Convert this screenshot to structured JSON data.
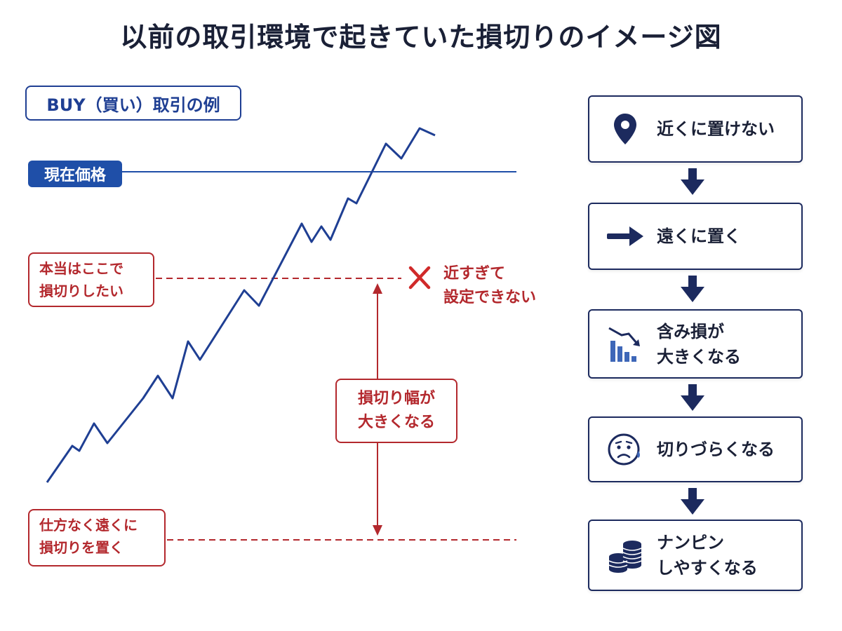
{
  "title": "以前の取引環境で起きていた損切りのイメージ図",
  "chart": {
    "example_label": "BUY（買い）取引の例",
    "current_price_label": "現在価格",
    "ideal_stop_label": [
      "本当はここで",
      "損切りしたい"
    ],
    "cannot_set_note": [
      "近すぎて",
      "設定できない"
    ],
    "stop_width_label": [
      "損切り幅が",
      "大きくなる"
    ],
    "forced_stop_label": [
      "仕方なく遠くに",
      "損切りを置く"
    ]
  },
  "flow": [
    {
      "icon": "location-pin-icon",
      "lines": [
        "近くに置けない"
      ]
    },
    {
      "icon": "arrow-right-icon",
      "lines": [
        "遠くに置く"
      ]
    },
    {
      "icon": "declining-bars-icon",
      "lines": [
        "含み損が",
        "大きくなる"
      ]
    },
    {
      "icon": "worried-face-icon",
      "lines": [
        "切りづらくなる"
      ]
    },
    {
      "icon": "coin-stack-icon",
      "lines": [
        "ナンピン",
        "しやすくなる"
      ]
    }
  ],
  "colors": {
    "navy": "#1c2a5e",
    "blue": "#1f4fa8",
    "red": "#b3282d",
    "title": "#1a2036"
  }
}
